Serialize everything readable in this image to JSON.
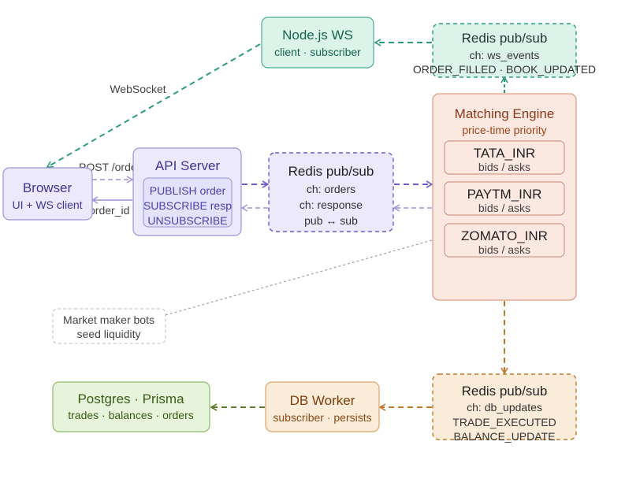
{
  "colors": {
    "green_line": "#2a9d78",
    "purple_line": "#6a5fc8",
    "orange_line": "#c07a2a",
    "olive_line": "#5c7d2a",
    "gray_line": "#9a9a9a"
  },
  "nodes": {
    "nodejs_ws": {
      "title": "Node.js WS",
      "subtitle": "client · subscriber"
    },
    "redis_ws": {
      "title": "Redis pub/sub",
      "line1": "ch: ws_events",
      "line2": "ORDER_FILLED · BOOK_UPDATED"
    },
    "browser": {
      "title": "Browser",
      "subtitle": "UI + WS client"
    },
    "api_server": {
      "title": "API Server",
      "line1": "PUBLISH order",
      "line2": "SUBSCRIBE resp",
      "line3": "UNSUBSCRIBE"
    },
    "redis_orders": {
      "title": "Redis pub/sub",
      "line1": "ch: orders",
      "line2": "ch: response",
      "line3": "pub ↔ sub"
    },
    "matching_engine": {
      "title": "Matching Engine",
      "subtitle": "price-time priority",
      "books": [
        {
          "name": "TATA_INR",
          "detail": "bids / asks"
        },
        {
          "name": "PAYTM_INR",
          "detail": "bids / asks"
        },
        {
          "name": "ZOMATO_INR",
          "detail": "bids / asks"
        }
      ]
    },
    "market_maker": {
      "line1": "Market maker bots",
      "line2": "seed liquidity"
    },
    "postgres": {
      "title": "Postgres · Prisma",
      "subtitle": "trades · balances · orders"
    },
    "db_worker": {
      "title": "DB Worker",
      "subtitle": "subscriber · persists"
    },
    "redis_db": {
      "title": "Redis pub/sub",
      "line1": "ch: db_updates",
      "line2": "TRADE_EXECUTED",
      "line3": "BALANCE_UPDATE"
    }
  },
  "edges": {
    "websocket": "WebSocket",
    "post_order": "POST /order",
    "order_id": "order_id"
  }
}
